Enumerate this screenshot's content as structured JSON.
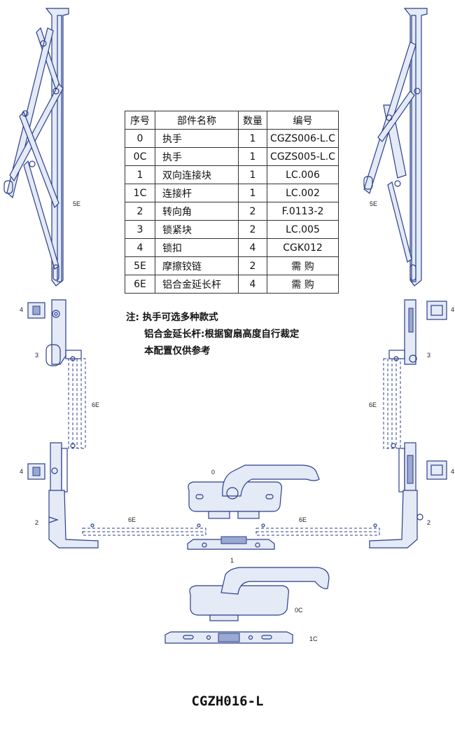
{
  "parts_table": {
    "headers": [
      "序号",
      "部件名称",
      "数量",
      "编号"
    ],
    "rows": [
      {
        "seq": "0",
        "name": "执手",
        "qty": "1",
        "code": "CGZS006-L.C"
      },
      {
        "seq": "0C",
        "name": "执手",
        "qty": "1",
        "code": "CGZS005-L.C"
      },
      {
        "seq": "1",
        "name": "双向连接块",
        "qty": "1",
        "code": "LC.006"
      },
      {
        "seq": "1C",
        "name": "连接杆",
        "qty": "1",
        "code": "LC.002"
      },
      {
        "seq": "2",
        "name": "转向角",
        "qty": "2",
        "code": "F.0113-2"
      },
      {
        "seq": "3",
        "name": "锁紧块",
        "qty": "2",
        "code": "LC.005"
      },
      {
        "seq": "4",
        "name": "锁扣",
        "qty": "4",
        "code": "CGK012"
      },
      {
        "seq": "5E",
        "name": "摩擦铰链",
        "qty": "2",
        "code": "需  购"
      },
      {
        "seq": "6E",
        "name": "铝合金延长杆",
        "qty": "4",
        "code": "需  购"
      }
    ]
  },
  "notes": {
    "line1": "注: 执手可选多种款式",
    "line2": "铝合金延长杆:根据窗扇高度自行裁定",
    "line3": "本配置仅供参考"
  },
  "callouts": {
    "hinge_left": "5E",
    "hinge_right": "5E",
    "keeper_left_top": "4",
    "keeper_right_top": "4",
    "lock_left": "3",
    "lock_right": "3",
    "rod_left_v": "6E",
    "rod_right_v": "6E",
    "keeper_left_bottom": "4",
    "keeper_right_bottom": "4",
    "handle_0": "0",
    "corner_left": "2",
    "corner_right": "2",
    "rod_left_h": "6E",
    "rod_right_h": "6E",
    "connector_1": "1",
    "handle_0c": "0C",
    "bar_1c": "1C"
  },
  "model_code": "CGZH016-L",
  "colors": {
    "line": "#2b3f8c",
    "light_fill": "#e4eaf6",
    "text": "#111111"
  }
}
